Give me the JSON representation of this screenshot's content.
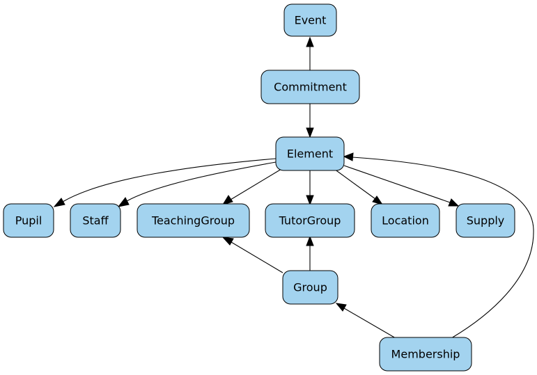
{
  "diagram": {
    "nodes": {
      "event": "Event",
      "commitment": "Commitment",
      "element": "Element",
      "pupil": "Pupil",
      "staff": "Staff",
      "teaching_group": "TeachingGroup",
      "tutor_group": "TutorGroup",
      "location": "Location",
      "supply": "Supply",
      "group": "Group",
      "membership": "Membership"
    },
    "colors": {
      "node_fill": "#a3d3ef",
      "node_stroke": "#000000",
      "edge": "#000000"
    }
  }
}
